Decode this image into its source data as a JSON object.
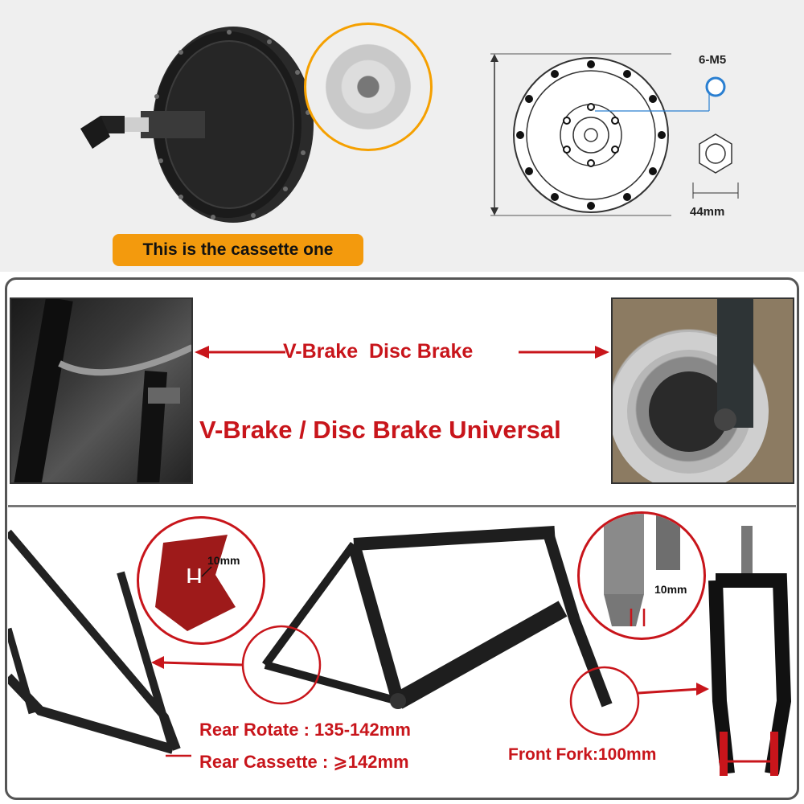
{
  "top": {
    "badge_label": "This is the cassette one",
    "bolt_spec": "6-M5",
    "bolt_circle": "44mm"
  },
  "brakes": {
    "type_label": "V-Brake  Disc Brake",
    "universal_label": "V-Brake / Disc Brake Universal"
  },
  "frames": {
    "rear_dropout_width": "10mm",
    "front_dropout_width": "10mm",
    "rear_rotate": "Rear Rotate : 135-142mm",
    "rear_cassette": "Rear Cassette : ⩾142mm",
    "front_fork": "Front Fork:100mm"
  },
  "colors": {
    "accent_red": "#c8151b",
    "badge_orange": "#f39a0d"
  }
}
